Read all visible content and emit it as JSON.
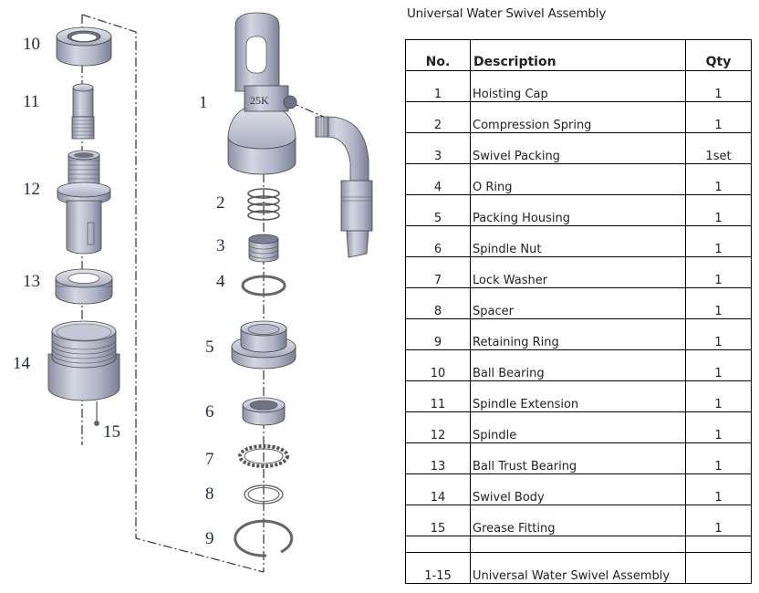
{
  "title": "Universal Water Swivel Assembly",
  "table": {
    "headers": {
      "no": "No.",
      "description": "Description",
      "qty": "Qty"
    },
    "rows": [
      {
        "no": "1",
        "description": "Hoisting Cap",
        "qty": "1"
      },
      {
        "no": "2",
        "description": "Compression Spring",
        "qty": "1"
      },
      {
        "no": "3",
        "description": "Swivel Packing",
        "qty": "1set"
      },
      {
        "no": "4",
        "description": "O Ring",
        "qty": "1"
      },
      {
        "no": "5",
        "description": "Packing Housing",
        "qty": "1"
      },
      {
        "no": "6",
        "description": "Spindle Nut",
        "qty": "1"
      },
      {
        "no": "7",
        "description": "Lock Washer",
        "qty": "1"
      },
      {
        "no": "8",
        "description": "Spacer",
        "qty": "1"
      },
      {
        "no": "9",
        "description": "Retaining Ring",
        "qty": "1"
      },
      {
        "no": "10",
        "description": "Ball Bearing",
        "qty": "1"
      },
      {
        "no": "11",
        "description": "Spindle Extension",
        "qty": "1"
      },
      {
        "no": "12",
        "description": "Spindle",
        "qty": "1"
      },
      {
        "no": "13",
        "description": "Ball Trust Bearing",
        "qty": "1"
      },
      {
        "no": "14",
        "description": "Swivel Body",
        "qty": "1"
      },
      {
        "no": "15",
        "description": "Grease Fitting",
        "qty": "1"
      }
    ],
    "total": {
      "no": "1-15",
      "description": "Universal Water Swivel Assembly",
      "qty": ""
    }
  },
  "drawing": {
    "callouts": [
      "1",
      "2",
      "3",
      "4",
      "5",
      "6",
      "7",
      "8",
      "9",
      "10",
      "11",
      "12",
      "13",
      "14",
      "15"
    ],
    "part_label_text": "25K",
    "part_color": "#b4b8c8"
  }
}
